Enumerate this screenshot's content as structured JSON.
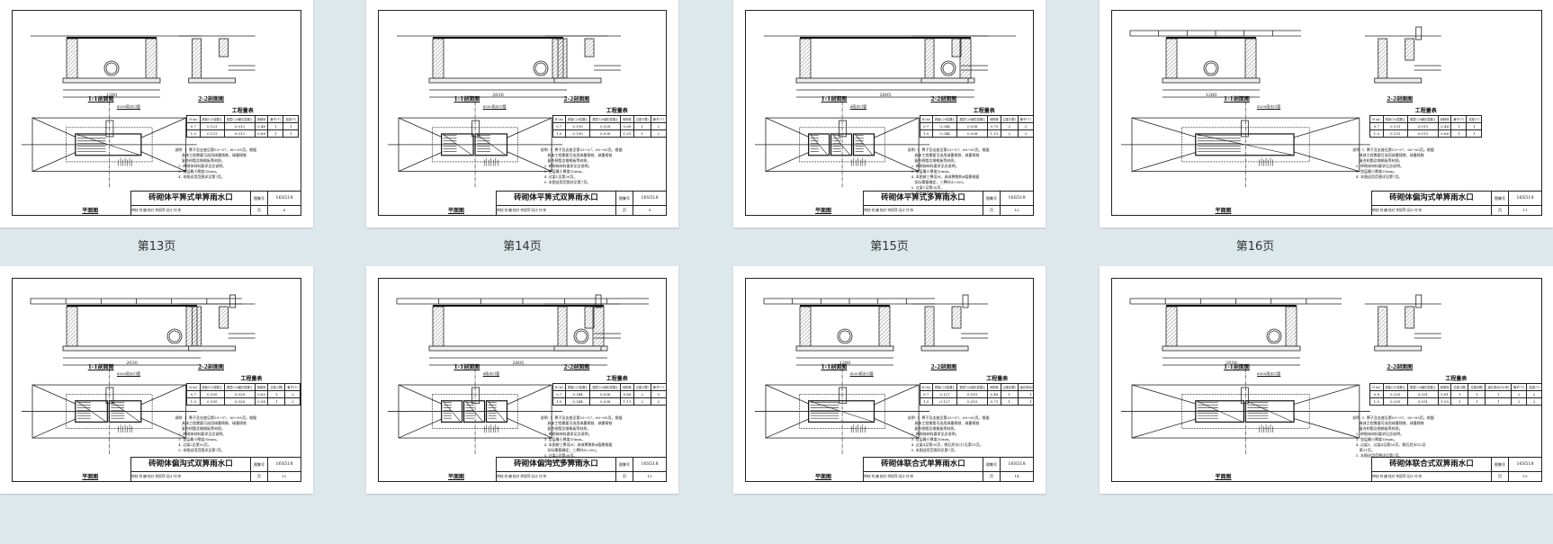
{
  "viewer": {
    "background": "#dde8ed"
  },
  "pages": [
    {
      "label": "第13页",
      "sheet_title": "砖砌体平箅式单箅雨水口",
      "atlas_label": "图集号",
      "atlas_code": "16S518",
      "page_label": "页",
      "page_no": "8",
      "signatures": "审核 何 巍 校对 李丽萍 设计 刘 伟",
      "section1": "1-1剖面图",
      "section2": "2-2剖面图",
      "plan": "平面图",
      "pipe_label": "d200雨水口管",
      "table_title": "工程量表",
      "table_headers": [
        "H (m)",
        "底板C20混凝土",
        "垫层C20细石混凝土",
        "砖砌体",
        "箅子(个)",
        "支座(个)"
      ],
      "table_rows": [
        [
          "0.7",
          "0.121",
          "0.013",
          "0.46",
          "1",
          "1"
        ],
        [
          "1.0",
          "0.121",
          "0.013",
          "0.68",
          "1",
          "1"
        ]
      ],
      "notes": "说明: 1. 箅子及支座见第53~57、60~65页。根据\n      具体工程需要可选用球墨铸铁、球墨铸铁\n      复合树脂及钢格板等材质。\n   2. 砖砌体材料要求见总说明。\n   3. 垫层最小厚度35mm。\n   4. 本图适用范围详见第7页。",
      "widths": [
        "50",
        "240",
        "680",
        "240",
        "50",
        "1260"
      ],
      "grates": 1,
      "curb": false
    },
    {
      "label": "第14页",
      "sheet_title": "砖砌体平箅式双箅雨水口",
      "atlas_label": "图集号",
      "atlas_code": "16S518",
      "page_label": "页",
      "page_no": "9",
      "signatures": "审核 何 巍 校对 李丽萍 设计 刘 伟",
      "section1": "1-1剖面图",
      "section2": "2-2剖面图",
      "plan": "平面图",
      "pipe_label": "d300雨水口管",
      "table_title": "工程量表",
      "table_headers": [
        "H (m)",
        "底板C20混凝土",
        "垫层C20细石混凝土",
        "砖砌体",
        "过梁1(根)",
        "箅子(个)",
        "支座(个)"
      ],
      "table_rows": [
        [
          "0.7",
          "0.195",
          "0.028",
          "0.68",
          "1",
          "2",
          "2"
        ],
        [
          "1.0",
          "0.195",
          "0.028",
          "1.01",
          "1",
          "2",
          "2"
        ]
      ],
      "notes": "说明: 1. 箅子及支座见第53~57、60~65页。根据\n      具体工程需要可选用球墨铸铁、球墨铸铁\n      复合树脂及钢格板等材质。\n   2. 砖砌体材料要求见总说明。\n   3. 垫层最小厚度35mm。\n   4. 过梁1见第30页。\n   5. 本图适用范围详见第7页。",
      "widths": [
        "50",
        "240",
        "1450",
        "240",
        "50",
        "2030"
      ],
      "grates": 2,
      "curb": false
    },
    {
      "label": "第15页",
      "sheet_title": "砖砌体平箅式多箅雨水口",
      "atlas_label": "图集号",
      "atlas_code": "16S518",
      "page_label": "页",
      "page_no": "10",
      "signatures": "审核 何 巍 校对 李丽萍 设计 刘 伟",
      "section1": "1-1剖面图",
      "section2": "2-2剖面图",
      "plan": "平面图",
      "pipe_label": "d雨水口管",
      "table_title": "工程量表",
      "table_headers": [
        "H (m)",
        "底板C20混凝土",
        "垫层C20细石混凝土",
        "砖砌体",
        "过梁1(根)",
        "箅子(个)",
        "支座(个)"
      ],
      "table_rows": [
        [
          "0.7",
          "0.344",
          "0.038",
          "0.70",
          "2",
          "3",
          "3"
        ],
        [
          "1.0",
          "0.344",
          "0.038",
          "1.15",
          "2",
          "3",
          "3"
        ]
      ],
      "notes": "说明: 1. 箅子及支座见第53~57、60~65页。根据\n      具体工程需要可选用球墨铸铁、球墨铸铁\n      复合树脂及钢格板等材质。\n   2. 砖砌体材料要求见总说明。\n   3. 垫层最小厚度35mm。\n   4. 本图按三箅设计，具体箅数和d值需根据\n      实际需要确定，三箅时d=300。\n   5. 过梁1见第30页。\n   6. 本图适用范围详见第7页。",
      "widths": [
        "50",
        "240",
        "1320",
        "240",
        "665",
        "240",
        "50",
        "2805"
      ],
      "grates": 3,
      "curb": false
    },
    {
      "label": "第16页",
      "sheet_title": "砖砌体偏沟式单箅雨水口",
      "atlas_label": "图集号",
      "atlas_code": "16S518",
      "page_label": "页",
      "page_no": "11",
      "signatures": "审核 何 巍 校对 李丽萍 设计 刘 伟",
      "section1": "1-1剖面图",
      "section2": "2-2剖面图",
      "plan": "平面图",
      "pipe_label": "d200雨水口管",
      "table_title": "工程量表",
      "table_headers": [
        "H (m)",
        "底板C20混凝土",
        "垫层C20细石混凝土",
        "砖砌体",
        "箅子(个)",
        "支座(个)"
      ],
      "table_rows": [
        [
          "0.7",
          "0.131",
          "0.013",
          "0.44",
          "1",
          "1"
        ],
        [
          "1.0",
          "0.131",
          "0.013",
          "0.66",
          "1",
          "1"
        ]
      ],
      "notes": "说明: 1. 箅子及支座见第53~57、60~65页。根据\n      具体工程需要可选用球墨铸铁、球墨铸铁\n      复合树脂及钢格板等材质。\n   2. 砖砌体材料要求见总说明。\n   3. 垫层最小厚度35mm。\n   4. 本图适用范围详见第7页。",
      "widths": [
        "50",
        "240",
        "680",
        "240",
        "50",
        "1260"
      ],
      "grates": 1,
      "curb": true
    },
    {
      "label": "",
      "sheet_title": "砖砌体偏沟式双箅雨水口",
      "atlas_label": "图集号",
      "atlas_code": "16S518",
      "page_label": "页",
      "page_no": "12",
      "signatures": "审核 何 巍 校对 李丽萍 设计 刘 伟",
      "section1": "1-1剖面图",
      "section2": "2-2剖面图",
      "plan": "平面图",
      "pipe_label": "d300雨水口管",
      "table_title": "工程量表",
      "table_headers": [
        "H (m)",
        "底板C20混凝土",
        "垫层C20细石混凝土",
        "砖砌体",
        "过梁2(根)",
        "箅子(个)",
        "支座(个)"
      ],
      "table_rows": [
        [
          "0.7",
          "0.195",
          "0.028",
          "0.65",
          "1",
          "2",
          "2"
        ],
        [
          "1.0",
          "0.195",
          "0.028",
          "0.98",
          "1",
          "2",
          "2"
        ]
      ],
      "notes": "说明: 1. 箅子及支座见第53~57、60~65页。根据\n      具体工程需要可选用球墨铸铁、球墨铸铁\n      复合树脂及钢格板等材质。\n   2. 砖砌体材料要求见总说明。\n   3. 垫层最小厚度35mm。\n   4. 过梁2见第30页。\n   5. 本图适用范围详见第7页。",
      "widths": [
        "50",
        "240",
        "1450",
        "240",
        "50",
        "2030"
      ],
      "grates": 2,
      "curb": true
    },
    {
      "label": "",
      "sheet_title": "砖砌体偏沟式多箅雨水口",
      "atlas_label": "图集号",
      "atlas_code": "16S518",
      "page_label": "页",
      "page_no": "13",
      "signatures": "审核 何 巍 校对 李丽萍 设计 刘 伟",
      "section1": "1-1剖面图",
      "section2": "2-2剖面图",
      "plan": "平面图",
      "pipe_label": "d雨水口管",
      "table_title": "工程量表",
      "table_headers": [
        "H (m)",
        "底板C20混凝土",
        "垫层C20细石混凝土",
        "砖砌体",
        "过梁2(根)",
        "箅子(个)",
        "支座(个)"
      ],
      "table_rows": [
        [
          "0.7",
          "0.344",
          "0.038",
          "0.66",
          "2",
          "3",
          "3"
        ],
        [
          "1.0",
          "0.344",
          "0.038",
          "1.11",
          "2",
          "3",
          "3"
        ]
      ],
      "notes": "说明: 1. 箅子及支座见第53~57、60~65页。根据\n      具体工程需要可选用球墨铸铁、球墨铸铁\n      复合树脂及钢格板等材质。\n   2. 砖砌体材料要求见总说明。\n   3. 垫层最小厚度35mm。\n   4. 本图按三箅设计，具体箅数和d值需根据\n      实际需要确定，三箅时d=300。\n   5. 过梁2见第30页。\n   6. 本图适用范围详见第7页。",
      "widths": [
        "50",
        "240",
        "1320",
        "240",
        "665",
        "240",
        "50",
        "2805"
      ],
      "grates": 3,
      "curb": true
    },
    {
      "label": "",
      "sheet_title": "砖砌体联合式单箅雨水口",
      "atlas_label": "图集号",
      "atlas_code": "16S518",
      "page_label": "页",
      "page_no": "14",
      "signatures": "审核 何 巍 校对 李丽萍 设计 刘 伟",
      "section1": "1-1剖面图",
      "section2": "2-2剖面图",
      "plan": "平面图",
      "pipe_label": "d200雨水口管",
      "table_title": "工程量表",
      "table_headers": [
        "H (m)",
        "底板C20混凝土",
        "垫层C20细石混凝土",
        "砖砌体",
        "过梁4(根)",
        "缘石泄水口1(块)",
        "箅子(个)",
        "支座(个)"
      ],
      "table_rows": [
        [
          "0.7",
          "0.127",
          "0.015",
          "0.48",
          "1",
          "1",
          "1",
          "1"
        ],
        [
          "1.0",
          "0.127",
          "0.015",
          "0.71",
          "1",
          "1",
          "1",
          "1"
        ]
      ],
      "notes": "说明: 1. 箅子及支座见第53~57、60~65页。根据\n      具体工程需要可选用球墨铸铁、球墨铸铁\n      复合树脂及钢格板等材质。\n   2. 砖砌体材料要求见总说明。\n   3. 垫层最小厚度35mm。\n   4. 过梁4见第30页，缘石泄水口1见第31页。\n   5. 本图适用范围详见第7页。",
      "widths": [
        "50",
        "240",
        "680",
        "240",
        "50",
        "1260"
      ],
      "grates": 1,
      "curb": true
    },
    {
      "label": "",
      "sheet_title": "砖砌体联合式双箅雨水口",
      "atlas_label": "图集号",
      "atlas_code": "16S518",
      "page_label": "页",
      "page_no": "15",
      "signatures": "审核 何 巍 校对 李丽萍 设计 刘 伟",
      "section1": "1-1剖面图",
      "section2": "2-2剖面图",
      "plan": "平面图",
      "pipe_label": "d300雨水口管",
      "table_title": "工程量表",
      "table_headers": [
        "H (m)",
        "底板C20混凝土",
        "垫层C20细石混凝土",
        "砖砌体",
        "过梁3(根)",
        "过梁4(根)",
        "缘石泄水口2(块)",
        "箅子(个)",
        "支座(个)"
      ],
      "table_rows": [
        [
          "0.8",
          "0.205",
          "0.031",
          "0.81",
          "1",
          "1",
          "1",
          "2",
          "2"
        ],
        [
          "1.0",
          "0.205",
          "0.031",
          "1.05",
          "1",
          "1",
          "1",
          "2",
          "2"
        ]
      ],
      "notes": "说明: 1. 箅子及支座见第53~57、60~65页。根据\n      具体工程需要可选用球墨铸铁、球墨铸铁\n      复合树脂及钢格板等材质。\n   2. 砖砌体材料要求见总说明。\n   3. 垫层最小厚度35mm。\n   4. 过梁3、过梁4见第30页，缘石泄水口2见\n      第31页。\n   5. 本图适用范围详见第7页。",
      "widths": [
        "50",
        "240",
        "1450",
        "240",
        "50",
        "2030"
      ],
      "grates": 2,
      "curb": true
    }
  ]
}
